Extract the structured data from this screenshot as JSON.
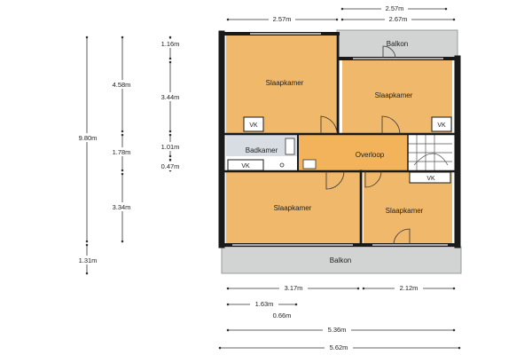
{
  "colors": {
    "room_fill": "#f0b86a",
    "landing_fill": "#f3b35a",
    "bath_fill": "#d7dde3",
    "balcony_fill": "#d2d4d4",
    "vk_fill": "#ffffff",
    "wall": "#1a1a1a",
    "dim_line": "#333333"
  },
  "rooms": {
    "bedroom_top_left": "Slaapkamer",
    "bedroom_top_right": "Slaapkamer",
    "bedroom_bottom_left": "Slaapkamer",
    "bedroom_bottom_right": "Slaapkamer",
    "bathroom": "Badkamer",
    "landing": "Overloop",
    "balcony_top": "Balkon",
    "balcony_bottom": "Balkon",
    "vk_top_left": "VK",
    "vk_top_right": "VK",
    "vk_mid_left": "VK",
    "vk_mid_right": "VK"
  },
  "dimensions": {
    "top_left_width": "2.57m",
    "top_balcony_width": "2.57m",
    "top_right_width": "2.67m",
    "overall_height": "9.80m",
    "upper_height": "4.58m",
    "balcony_depth": "1.16m",
    "upper_room_height": "3.44m",
    "mid_height": "1.78m",
    "landing_height": "1.01m",
    "corridor_gap": "0.47m",
    "lower_height": "3.34m",
    "lower_balcony_depth": "1.31m",
    "bottom_left_width": "3.17m",
    "bottom_right_width": "2.12m",
    "bath_width": "1.63m",
    "small_width": "0.66m",
    "inner_width": "5.36m",
    "overall_width": "5.62m"
  }
}
